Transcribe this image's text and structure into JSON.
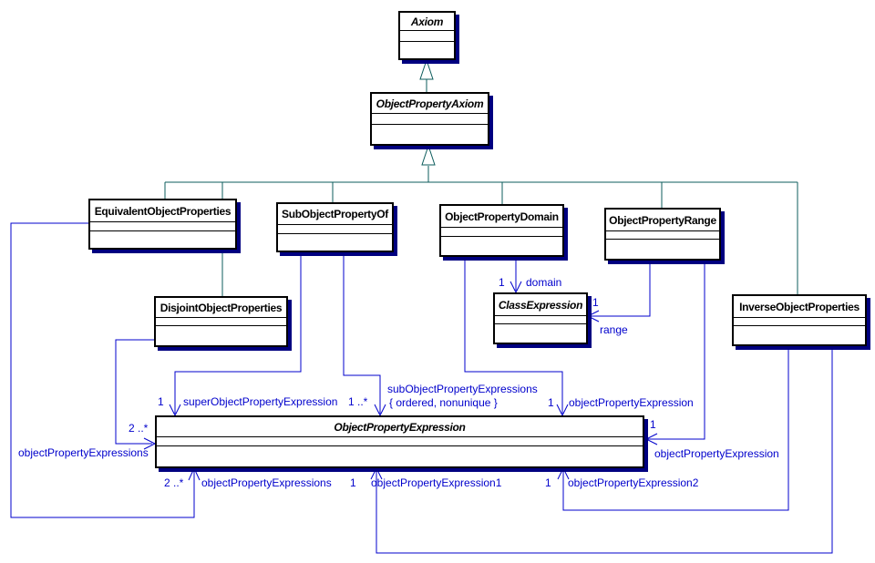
{
  "diagram_type": "uml-class-diagram",
  "colors": {
    "background": "#ffffff",
    "box_border": "#000000",
    "box_shadow": "#000080",
    "generalization_line": "#0d5c5c",
    "association_line": "#0000cc",
    "label_text": "#0000cc",
    "class_name_text": "#000000"
  },
  "classes": [
    {
      "name": "Axiom",
      "abstract": true
    },
    {
      "name": "ObjectPropertyAxiom",
      "abstract": true
    },
    {
      "name": "EquivalentObjectProperties",
      "abstract": false
    },
    {
      "name": "SubObjectPropertyOf",
      "abstract": false
    },
    {
      "name": "ObjectPropertyDomain",
      "abstract": false
    },
    {
      "name": "ObjectPropertyRange",
      "abstract": false
    },
    {
      "name": "DisjointObjectProperties",
      "abstract": false
    },
    {
      "name": "ClassExpression",
      "abstract": true
    },
    {
      "name": "InverseObjectProperties",
      "abstract": false
    },
    {
      "name": "ObjectPropertyExpression",
      "abstract": true
    }
  ],
  "generalizations": [
    {
      "child": "ObjectPropertyAxiom",
      "parent": "Axiom"
    },
    {
      "child": "EquivalentObjectProperties",
      "parent": "ObjectPropertyAxiom"
    },
    {
      "child": "DisjointObjectProperties",
      "parent": "ObjectPropertyAxiom"
    },
    {
      "child": "SubObjectPropertyOf",
      "parent": "ObjectPropertyAxiom"
    },
    {
      "child": "ObjectPropertyDomain",
      "parent": "ObjectPropertyAxiom"
    },
    {
      "child": "ObjectPropertyRange",
      "parent": "ObjectPropertyAxiom"
    },
    {
      "child": "InverseObjectProperties",
      "parent": "ObjectPropertyAxiom"
    }
  ],
  "associations": [
    {
      "from": "EquivalentObjectProperties",
      "to": "ObjectPropertyExpression",
      "multiplicity": "2 ..*",
      "role": "objectPropertyExpressions"
    },
    {
      "from": "DisjointObjectProperties",
      "to": "ObjectPropertyExpression",
      "multiplicity": "2 ..*",
      "role": "objectPropertyExpressions"
    },
    {
      "from": "SubObjectPropertyOf",
      "to": "ObjectPropertyExpression",
      "multiplicity": "1",
      "role": "superObjectPropertyExpression"
    },
    {
      "from": "SubObjectPropertyOf",
      "to": "ObjectPropertyExpression",
      "multiplicity": "1 ..*",
      "role": "subObjectPropertyExpressions",
      "constraint": "{ ordered, nonunique }"
    },
    {
      "from": "ObjectPropertyDomain",
      "to": "ClassExpression",
      "multiplicity": "1",
      "role": "domain"
    },
    {
      "from": "ObjectPropertyDomain",
      "to": "ObjectPropertyExpression",
      "multiplicity": "1",
      "role": "objectPropertyExpression"
    },
    {
      "from": "ObjectPropertyRange",
      "to": "ClassExpression",
      "multiplicity": "1",
      "role": "range"
    },
    {
      "from": "ObjectPropertyRange",
      "to": "ObjectPropertyExpression",
      "multiplicity": "1",
      "role": "objectPropertyExpression"
    },
    {
      "from": "InverseObjectProperties",
      "to": "ObjectPropertyExpression",
      "multiplicity": "1",
      "role": "objectPropertyExpression1"
    },
    {
      "from": "InverseObjectProperties",
      "to": "ObjectPropertyExpression",
      "multiplicity": "1",
      "role": "objectPropertyExpression2"
    }
  ]
}
